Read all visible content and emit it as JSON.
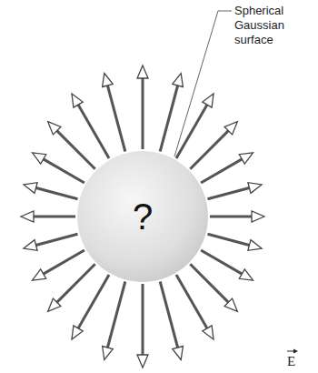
{
  "diagram": {
    "nodes": [
      {
        "text": [
          "?"
        ]
      }
    ],
    "labels": [
      "Spherical Gaussian surface",
      "E"
    ]
  }
}
